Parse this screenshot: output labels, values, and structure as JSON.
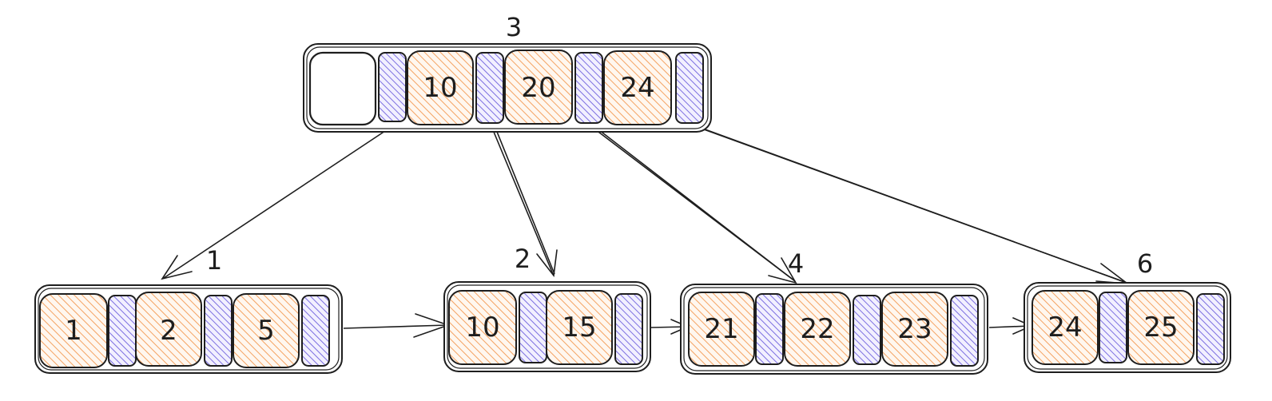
{
  "colors": {
    "key_fill": "#f4a261",
    "pointer_fill": "#7c6fe0",
    "stroke": "#1e1e1e",
    "background": "#ffffff"
  },
  "root": {
    "label": "3",
    "keys": [
      "10",
      "20",
      "24"
    ]
  },
  "leaves": [
    {
      "id": "leaf-1",
      "label": "1",
      "keys": [
        "1",
        "2",
        "5"
      ]
    },
    {
      "id": "leaf-2",
      "label": "2",
      "keys": [
        "10",
        "15"
      ]
    },
    {
      "id": "leaf-4",
      "label": "4",
      "keys": [
        "21",
        "22",
        "23"
      ]
    },
    {
      "id": "leaf-6",
      "label": "6",
      "keys": [
        "24",
        "25"
      ]
    }
  ]
}
